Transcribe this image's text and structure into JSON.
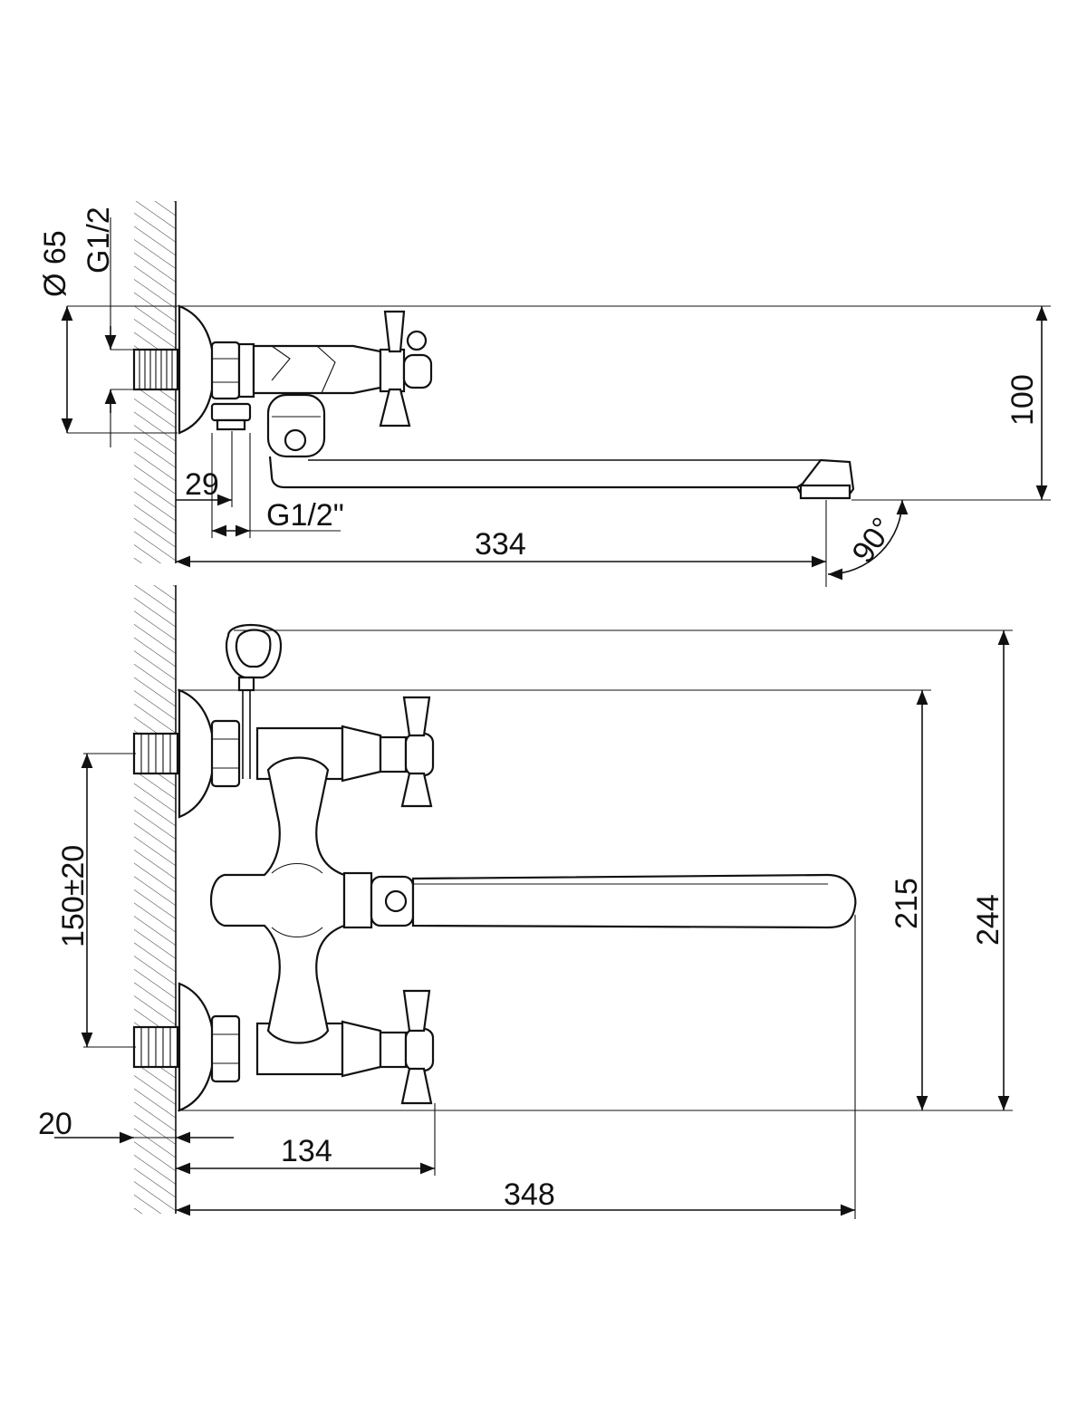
{
  "side_view": {
    "diameter_label": "Ø 65",
    "thread_label": "G1/2",
    "connector_thread_label": "G1/2\"",
    "offset_label": "29",
    "reach_label": "334",
    "height_label": "100",
    "angle_label": "90°"
  },
  "front_view": {
    "spacing_label": "150±20",
    "wall_gap_label": "20",
    "handle_reach_label": "134",
    "spout_reach_label": "348",
    "body_height_label": "215",
    "total_height_label": "244"
  }
}
